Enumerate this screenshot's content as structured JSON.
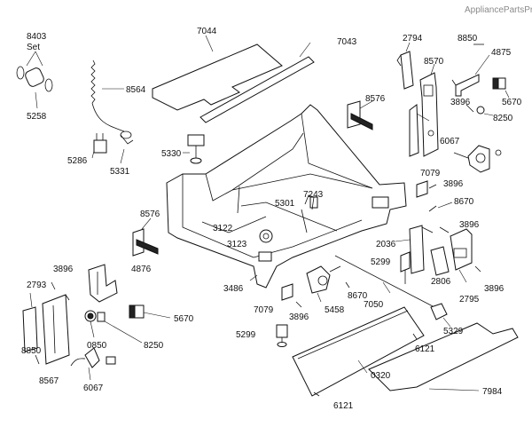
{
  "watermark": "AppliancePartsPros.com",
  "set_label": "Set",
  "labels": {
    "p8403": "8403",
    "p5258": "5258",
    "p8564": "8564",
    "p5286": "5286",
    "p5331": "5331",
    "p7044": "7044",
    "p7043": "7043",
    "p5330": "5330",
    "p8576a": "8576",
    "p2794": "2794",
    "p8850a": "8850",
    "p4875": "4875",
    "p8570": "8570",
    "p3896a": "3896",
    "p5670a": "5670",
    "p8250a": "8250",
    "p6067a": "6067",
    "p7079a": "7079",
    "p3896b": "3896",
    "p8670a": "8670",
    "p3896c": "3896",
    "p2036": "2036",
    "p7243": "7243",
    "p5301": "5301",
    "p3122": "3122",
    "p3123": "3123",
    "p8576b": "8576",
    "p5299a": "5299",
    "p2806": "2806",
    "p3896d": "3896",
    "p2795": "2795",
    "p3896e": "3896",
    "p4876": "4876",
    "p2793": "2793",
    "p3486": "3486",
    "p7079b": "7079",
    "p3896f": "3896",
    "p5458": "5458",
    "p8670b": "8670",
    "p7050": "7050",
    "p5670b": "5670",
    "p0850": "0850",
    "p8250b": "8250",
    "p5329": "5329",
    "p5299b": "5299",
    "p6121a": "6121",
    "p8850b": "8850",
    "p8567": "8567",
    "p6067b": "6067",
    "p0320": "0320",
    "p7984": "7984",
    "p6121b": "6121"
  }
}
